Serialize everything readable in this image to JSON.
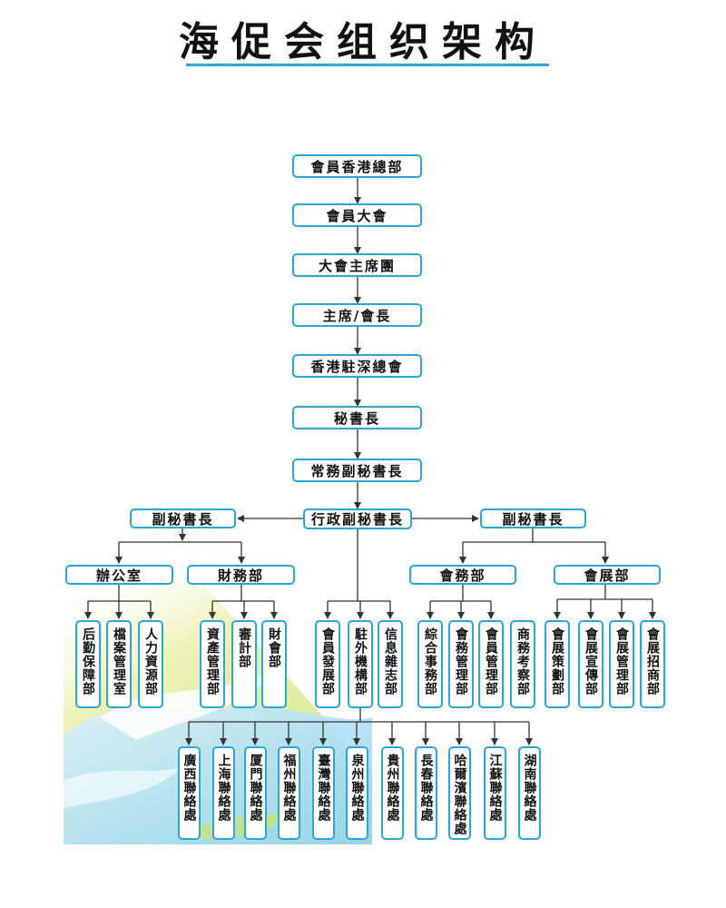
{
  "title": "海促会组织架构",
  "colors": {
    "box_border": "#2aa6d8",
    "line": "#333333",
    "accent": "#2aa6d8"
  },
  "chain": [
    {
      "id": "hk",
      "label": "會員香港總部"
    },
    {
      "id": "assembly",
      "label": "會員大會"
    },
    {
      "id": "presidium",
      "label": "大會主席團"
    },
    {
      "id": "chairman",
      "label": "主席/會長"
    },
    {
      "id": "sz",
      "label": "香港駐深總會"
    },
    {
      "id": "secgen",
      "label": "秘書長"
    },
    {
      "id": "exec_deputy",
      "label": "常務副秘書長"
    },
    {
      "id": "admin_deputy",
      "label": "行政副秘書長"
    }
  ],
  "deputies": [
    {
      "id": "deputy_left",
      "label": "副秘書長"
    },
    {
      "id": "deputy_right",
      "label": "副秘書長"
    }
  ],
  "departments": [
    {
      "id": "office",
      "label": "辦公室"
    },
    {
      "id": "finance",
      "label": "財務部"
    },
    {
      "id": "affairs",
      "label": "會務部"
    },
    {
      "id": "exhibition",
      "label": "會展部"
    }
  ],
  "units": [
    {
      "id": "logistics",
      "label": "后勤保障部"
    },
    {
      "id": "archive",
      "label": "檔案管理室"
    },
    {
      "id": "hr",
      "label": "人力資源部"
    },
    {
      "id": "asset",
      "label": "資產管理部"
    },
    {
      "id": "audit",
      "label": "審計部"
    },
    {
      "id": "accounting",
      "label": "財會部"
    },
    {
      "id": "member_dev",
      "label": "會員發展部"
    },
    {
      "id": "external",
      "label": "駐外機構部"
    },
    {
      "id": "info",
      "label": "信息雜志部"
    },
    {
      "id": "general",
      "label": "綜合事務部"
    },
    {
      "id": "affairs_mgmt",
      "label": "會務管理部"
    },
    {
      "id": "member_mgmt",
      "label": "會員管理部"
    },
    {
      "id": "business",
      "label": "商務考察部"
    },
    {
      "id": "expo_plan",
      "label": "會展策劃部"
    },
    {
      "id": "expo_promo",
      "label": "會展宣傳部"
    },
    {
      "id": "expo_mgmt",
      "label": "會展管理部"
    },
    {
      "id": "expo_invest",
      "label": "會展招商部"
    }
  ],
  "liaisons": [
    {
      "id": "guangxi",
      "label": "廣西聯絡處"
    },
    {
      "id": "shanghai",
      "label": "上海聯絡處"
    },
    {
      "id": "xiamen",
      "label": "厦門聯絡處"
    },
    {
      "id": "fuzhou",
      "label": "福州聯絡處"
    },
    {
      "id": "taiwan",
      "label": "臺灣聯絡處"
    },
    {
      "id": "quanzhou",
      "label": "泉州聯絡處"
    },
    {
      "id": "guizhou",
      "label": "貴州聯絡處"
    },
    {
      "id": "changchun",
      "label": "長春聯絡處"
    },
    {
      "id": "harbin",
      "label": "哈爾濱聯絡處"
    },
    {
      "id": "jiangsu",
      "label": "江蘇聯絡處"
    },
    {
      "id": "hunan",
      "label": "湖南聯絡處"
    }
  ]
}
